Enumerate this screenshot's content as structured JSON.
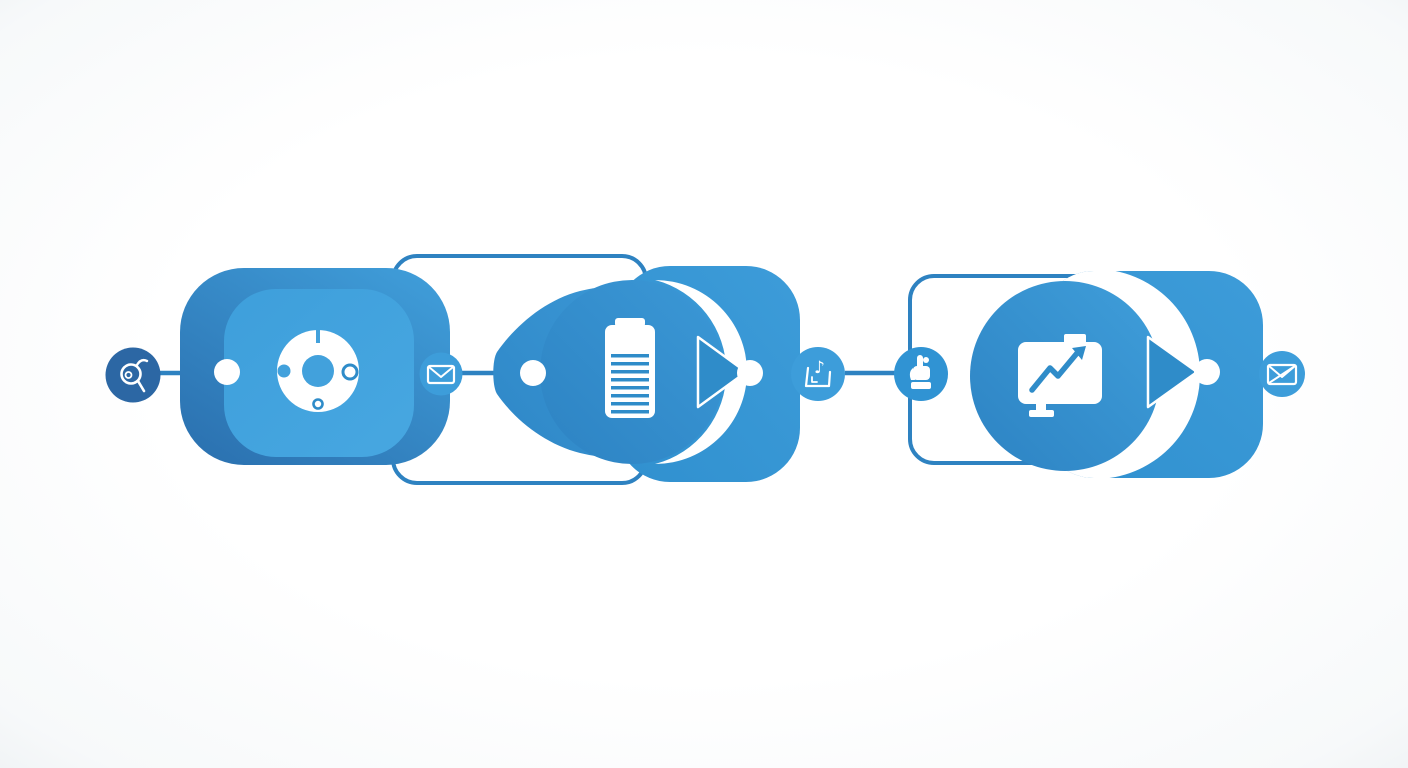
{
  "colors": {
    "background": "#ffffff",
    "stroke_line": "#2e82c1",
    "node_dark": "#2c67a4",
    "node_mid": "#3093d3",
    "node_light": "#3d9dda",
    "shape_main": "#3292d1",
    "shape_dark": "#2e84c4",
    "shape_light": "#41a0dc",
    "icon_white": "#ffffff",
    "icon_blue": "#2f8cc9",
    "crescent_white": "#ffffff"
  },
  "icons": {
    "music_note_glyph": "♪"
  },
  "diagram": {
    "type": "process-flow",
    "direction": "left-to-right",
    "stages": [
      {
        "id": "stage-1",
        "shape": "rounded-square",
        "icon": "donut-gauge-icon"
      },
      {
        "id": "stage-2",
        "shape": "teardrop-circle-arrow",
        "icon": "battery-list-icon"
      },
      {
        "id": "stage-3",
        "shape": "circle-arrow",
        "icon": "presentation-chart-icon"
      }
    ],
    "connector_nodes": [
      {
        "id": "node-start",
        "icon": "pin-icon"
      },
      {
        "id": "node-mail",
        "icon": "envelope-icon"
      },
      {
        "id": "node-music-box",
        "icon": "music-note-box-icon"
      },
      {
        "id": "node-hand",
        "icon": "hand-icon"
      },
      {
        "id": "node-mail-crossed",
        "icon": "envelope-crossed-icon"
      }
    ],
    "frames": [
      {
        "id": "frame-1",
        "around": "stage-2-left"
      },
      {
        "id": "frame-2",
        "around": "stage-3-left"
      }
    ]
  }
}
